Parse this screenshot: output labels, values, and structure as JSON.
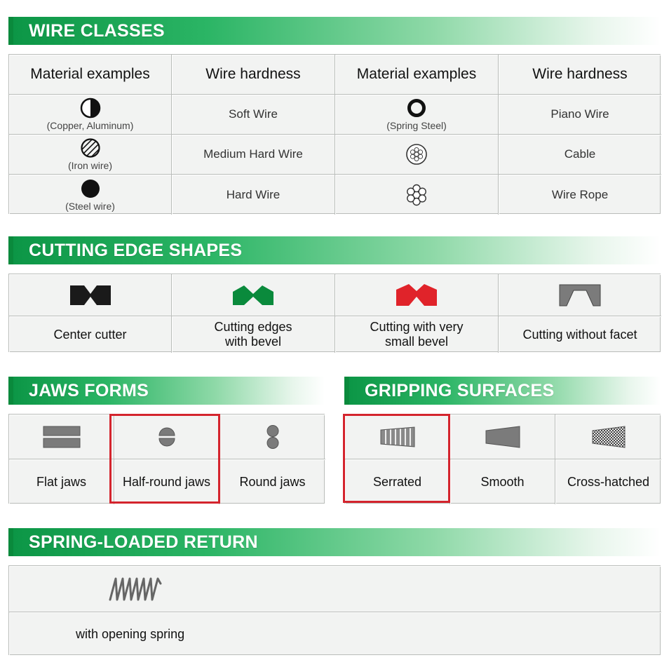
{
  "wire_classes": {
    "title": "WIRE CLASSES",
    "headers": [
      "Material examples",
      "Wire hardness",
      "Material examples",
      "Wire hardness"
    ],
    "rows": [
      {
        "icon_left": "half-filled-circle-icon",
        "material_left": "(Copper, Aluminum)",
        "hardness_left": "Soft Wire",
        "icon_right": "thick-ring-icon",
        "material_right": "(Spring Steel)",
        "hardness_right": "Piano Wire"
      },
      {
        "icon_left": "hatched-circle-icon",
        "material_left": "(Iron wire)",
        "hardness_left": "Medium Hard Wire",
        "icon_right": "cable-strands-icon",
        "material_right": "",
        "hardness_right": "Cable"
      },
      {
        "icon_left": "filled-circle-icon",
        "material_left": "(Steel wire)",
        "hardness_left": "Hard Wire",
        "icon_right": "wire-rope-icon",
        "material_right": "",
        "hardness_right": "Wire Rope"
      }
    ]
  },
  "cutting_edges": {
    "title": "CUTTING EDGE SHAPES",
    "items": [
      {
        "icon": "center-cutter-icon",
        "label": "Center cutter",
        "color": "#1a1a1a"
      },
      {
        "icon": "bevel-edge-icon",
        "label": "Cutting edges with bevel",
        "color": "#0a8a3c"
      },
      {
        "icon": "small-bevel-edge-icon",
        "label": "Cutting with very small bevel",
        "color": "#e0232a"
      },
      {
        "icon": "no-facet-edge-icon",
        "label": "Cutting without facet",
        "color": "#7b7b7b"
      }
    ]
  },
  "jaws_forms": {
    "title": "JAWS FORMS",
    "items": [
      {
        "icon": "flat-jaws-icon",
        "label": "Flat jaws"
      },
      {
        "icon": "half-round-jaws-icon",
        "label": "Half-round jaws"
      },
      {
        "icon": "round-jaws-icon",
        "label": "Round jaws"
      }
    ]
  },
  "gripping_surfaces": {
    "title": "GRIPPING SURFACES",
    "items": [
      {
        "icon": "serrated-icon",
        "label": "Serrated"
      },
      {
        "icon": "smooth-icon",
        "label": "Smooth"
      },
      {
        "icon": "cross-hatched-icon",
        "label": "Cross-hatched"
      }
    ]
  },
  "spring_return": {
    "title": "SPRING-LOADED RETURN",
    "icon": "coil-spring-icon",
    "label": "with opening spring"
  },
  "colors": {
    "banner_green": "#0c9646",
    "highlight_red": "#d4242d",
    "icon_gray": "#7b7b7b"
  }
}
